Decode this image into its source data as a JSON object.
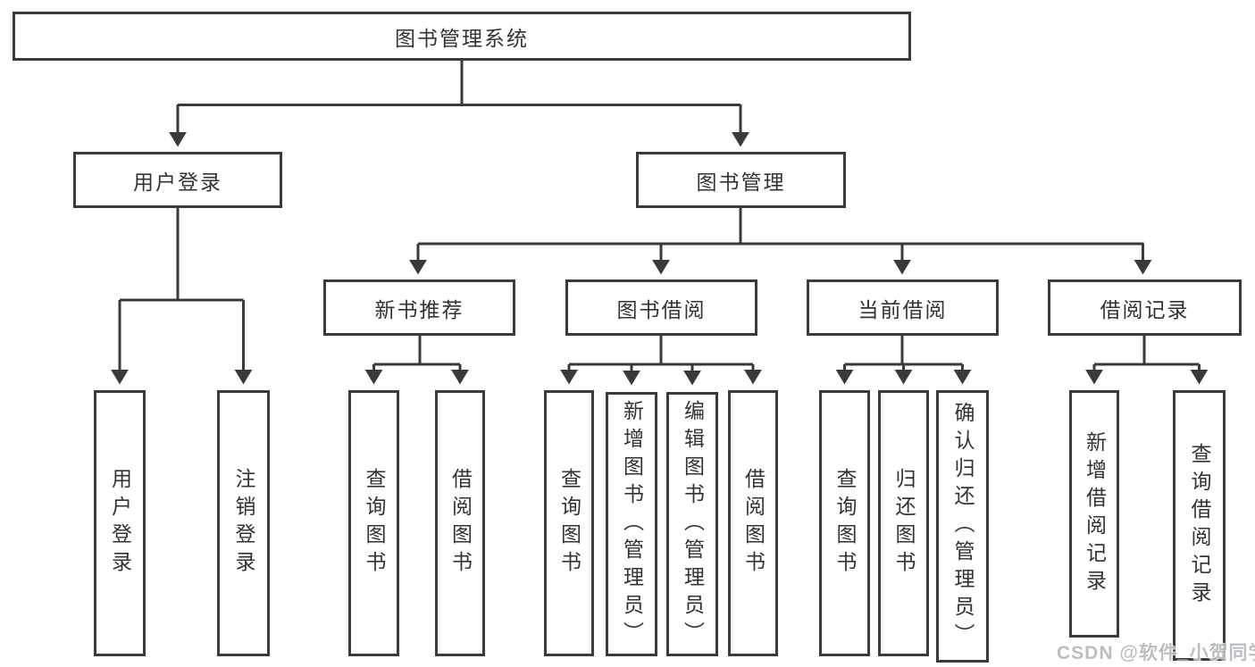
{
  "diagram_title": "图书管理系统",
  "colors": {
    "line": "#3a3a3a",
    "text": "#333333",
    "background": "#ffffff",
    "watermark": "#b6babd"
  },
  "tree": {
    "label": "图书管理系统",
    "children": [
      {
        "label": "用户登录",
        "children": [
          {
            "label": "用户登录"
          },
          {
            "label": "注销登录"
          }
        ]
      },
      {
        "label": "图书管理",
        "children": [
          {
            "label": "新书推荐",
            "children": [
              {
                "label": "查询图书"
              },
              {
                "label": "借阅图书"
              }
            ]
          },
          {
            "label": "图书借阅",
            "children": [
              {
                "label": "查询图书"
              },
              {
                "label": "新增图书（管理员）"
              },
              {
                "label": "编辑图书（管理员）"
              },
              {
                "label": "借阅图书"
              }
            ]
          },
          {
            "label": "当前借阅",
            "children": [
              {
                "label": "查询图书"
              },
              {
                "label": "归还图书"
              },
              {
                "label": "确认归还（管理员）"
              }
            ]
          },
          {
            "label": "借阅记录",
            "children": [
              {
                "label": "新增借阅记录"
              },
              {
                "label": "查询借阅记录"
              }
            ]
          }
        ]
      }
    ]
  },
  "watermark": {
    "text": "CSDN @软件_小贺同学"
  }
}
